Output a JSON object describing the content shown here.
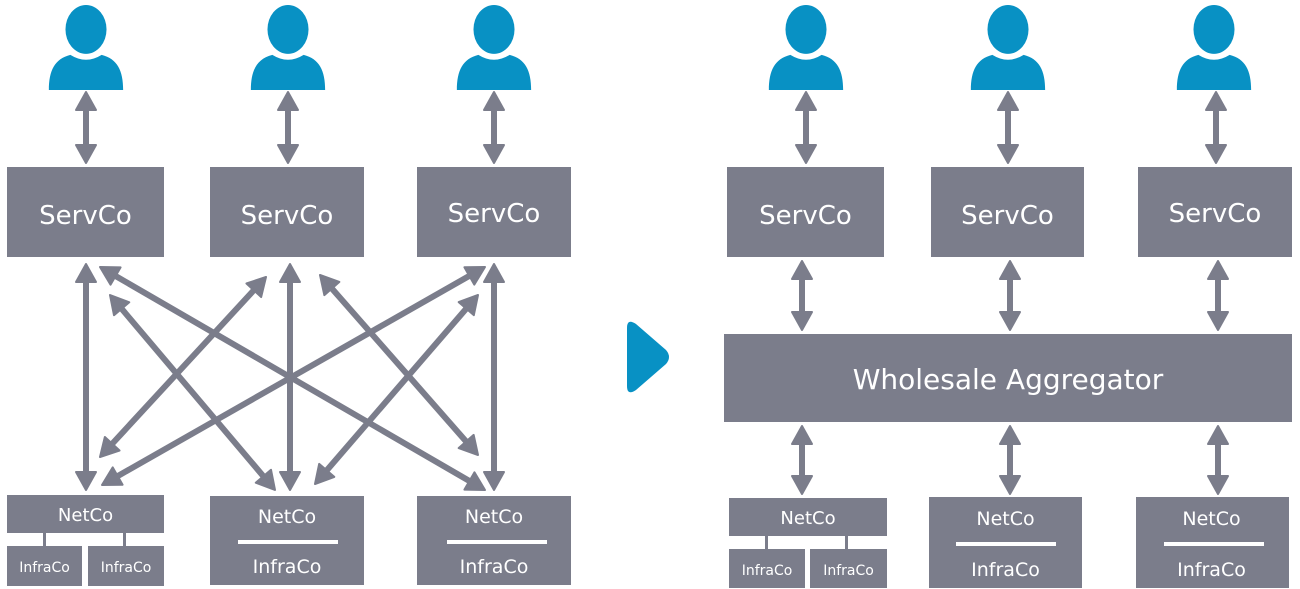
{
  "colors": {
    "box": "#7b7d8b",
    "arrow": "#7b7d8b",
    "user": "#0891c4",
    "divider": "#ffffff",
    "transition_arrow": "#0891c4"
  },
  "icons": {
    "user": "user-icon",
    "transition": "play-chevron-icon"
  },
  "before": {
    "users": 3,
    "servco_label": "ServCo",
    "netco_label": "NetCo",
    "infraco_label": "InfraCo",
    "split_label_left": "InfraCo",
    "split_label_right": "InfraCo"
  },
  "after": {
    "users": 3,
    "servco_label": "ServCo",
    "aggregator_label": "Wholesale Aggregator",
    "netco_label": "NetCo",
    "infraco_label": "InfraCo",
    "split_label_left": "InfraCo",
    "split_label_right": "InfraCo"
  }
}
